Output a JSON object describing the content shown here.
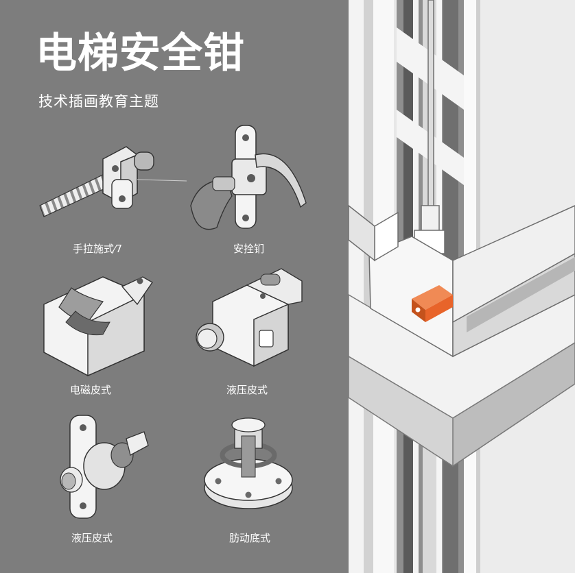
{
  "header": {
    "title": "电梯安全钳",
    "subtitle": "技术插画教育主题"
  },
  "components": [
    {
      "label": "手拉施式⁄7",
      "icon": "threaded-rod-wedge-icon"
    },
    {
      "label": "安拴钔",
      "icon": "clamp-lever-icon"
    },
    {
      "label": "电磁皮式",
      "icon": "u-block-icon"
    },
    {
      "label": "液压皮式",
      "icon": "cylinder-block-icon"
    },
    {
      "label": "液压皮式",
      "icon": "bolt-plate-icon"
    },
    {
      "label": "肪动底式",
      "icon": "flange-spring-icon"
    }
  ],
  "scene": {
    "icon": "elevator-shaft-illustration",
    "accent_color": "#e8642a"
  },
  "colors": {
    "background": "#7d7d7d",
    "panel": "#e6e6e6",
    "text": "#ffffff",
    "accent": "#e8642a"
  }
}
